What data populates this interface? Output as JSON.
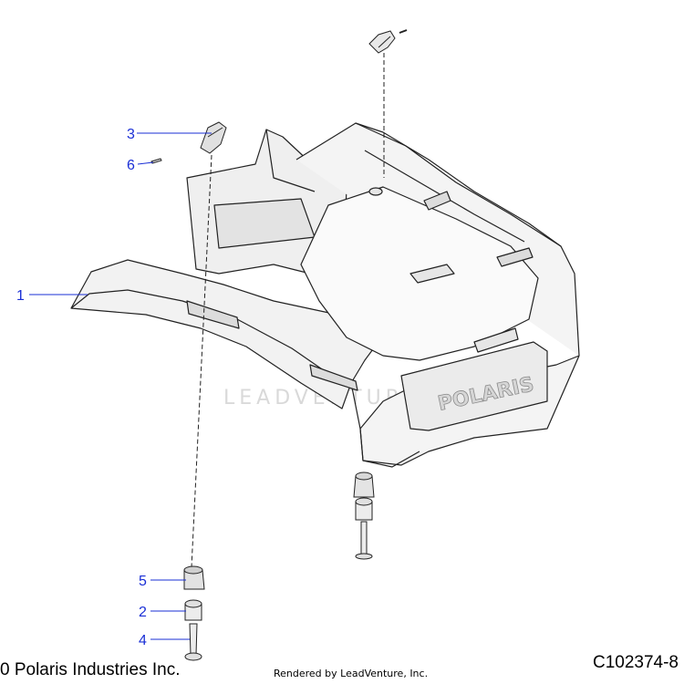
{
  "diagram": {
    "callouts": [
      {
        "id": "1",
        "label": "1"
      },
      {
        "id": "2",
        "label": "2"
      },
      {
        "id": "3",
        "label": "3"
      },
      {
        "id": "4",
        "label": "4"
      },
      {
        "id": "5",
        "label": "5"
      },
      {
        "id": "6",
        "label": "6"
      }
    ],
    "brand_on_part": "POLARIS",
    "watermark": "LEADVENTURE",
    "colors": {
      "callout": "#1a2fd6",
      "line": "#222222",
      "part_fill": "#f2f2f2",
      "part_shade": "#dcdcdc"
    }
  },
  "footer": {
    "copyright": "0 Polaris Industries Inc.",
    "rendered_by": "Rendered by LeadVenture, Inc.",
    "diagram_code": "C102374-8"
  }
}
